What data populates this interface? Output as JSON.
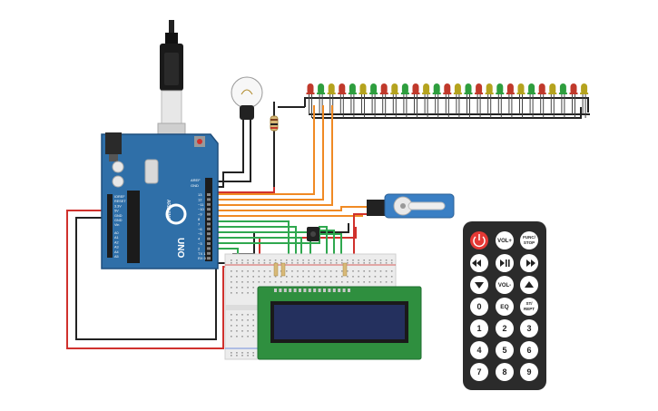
{
  "colors": {
    "board": "#2f6fa8",
    "board_dark": "#1f4f7d",
    "wire_red": "#d0312d",
    "wire_black": "#222222",
    "wire_orange": "#f08a24",
    "wire_green": "#2fa84f",
    "led_red": "#c0392b",
    "led_green": "#2e9e3e",
    "led_yellow": "#b5a31e",
    "remote_body": "#2b2b2b",
    "remote_button": "#ffffff",
    "remote_power": "#e53935",
    "lcd_frame": "#2f8f3f",
    "lcd_screen": "#24305e",
    "servo": "#3a7fc4"
  },
  "arduino": {
    "brand": "UNO",
    "maker": "ARDUINO",
    "pin_aref": "AREF",
    "pin_gnd": "GND",
    "digital_pins": [
      "13",
      "12",
      "~11",
      "~10",
      "~9",
      "8",
      "7",
      "~6",
      "~5",
      "4",
      "~3",
      "2",
      "TX 1",
      "RX 0"
    ],
    "power_pins": [
      "IOREF",
      "RESET",
      "3.3V",
      "5V",
      "GND",
      "GND",
      "Vin"
    ],
    "analog_pins": [
      "A0",
      "A1",
      "A2",
      "A3",
      "A4",
      "A5"
    ]
  },
  "leds": [
    "red",
    "green",
    "yellow",
    "red",
    "green",
    "yellow",
    "green",
    "red",
    "yellow",
    "green",
    "red",
    "yellow",
    "green",
    "red",
    "yellow",
    "green",
    "red",
    "yellow",
    "green",
    "red",
    "yellow",
    "green",
    "red",
    "yellow",
    "green",
    "red",
    "yellow"
  ],
  "remote": {
    "rows": [
      [
        "power",
        "VOL+",
        "FUNC/STOP"
      ],
      [
        "rewind",
        "play-pause",
        "fast-forward"
      ],
      [
        "down",
        "VOL-",
        "up"
      ],
      [
        "0",
        "EQ",
        "ST/REPT"
      ],
      [
        "1",
        "2",
        "3"
      ],
      [
        "4",
        "5",
        "6"
      ],
      [
        "7",
        "8",
        "9"
      ]
    ],
    "labels": {
      "vol_up": "VOL+",
      "func_line1": "FUNC/",
      "func_line2": "STOP",
      "vol_down": "VOL-",
      "eq": "EQ",
      "st_line1": "ST/",
      "st_line2": "REPT",
      "digits": [
        "0",
        "1",
        "2",
        "3",
        "4",
        "5",
        "6",
        "7",
        "8",
        "9"
      ]
    }
  }
}
